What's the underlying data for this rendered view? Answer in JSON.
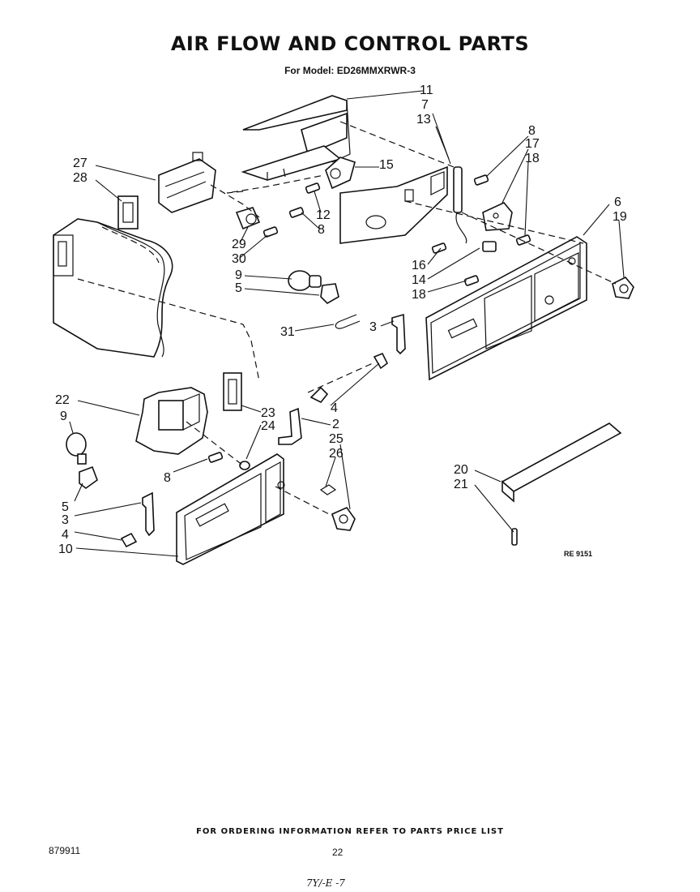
{
  "header": {
    "title": "AIR FLOW AND CONTROL PARTS",
    "subtitle": "For Model: ED26MMXRWR-3"
  },
  "callouts": [
    "11",
    "7",
    "13",
    "8",
    "17",
    "18",
    "27",
    "28",
    "15",
    "12",
    "8",
    "6",
    "19",
    "29",
    "30",
    "9",
    "5",
    "16",
    "14",
    "18",
    "31",
    "3",
    "4",
    "2",
    "22",
    "9",
    "23",
    "24",
    "25",
    "26",
    "8",
    "5",
    "3",
    "4",
    "10",
    "20",
    "21"
  ],
  "ref_code": "RE 9151",
  "footer": {
    "ordering_note": "FOR ORDERING INFORMATION REFER TO PARTS PRICE LIST",
    "doc_number": "879911",
    "page_number": "22",
    "handwritten_note": "7Y/-E -7"
  }
}
